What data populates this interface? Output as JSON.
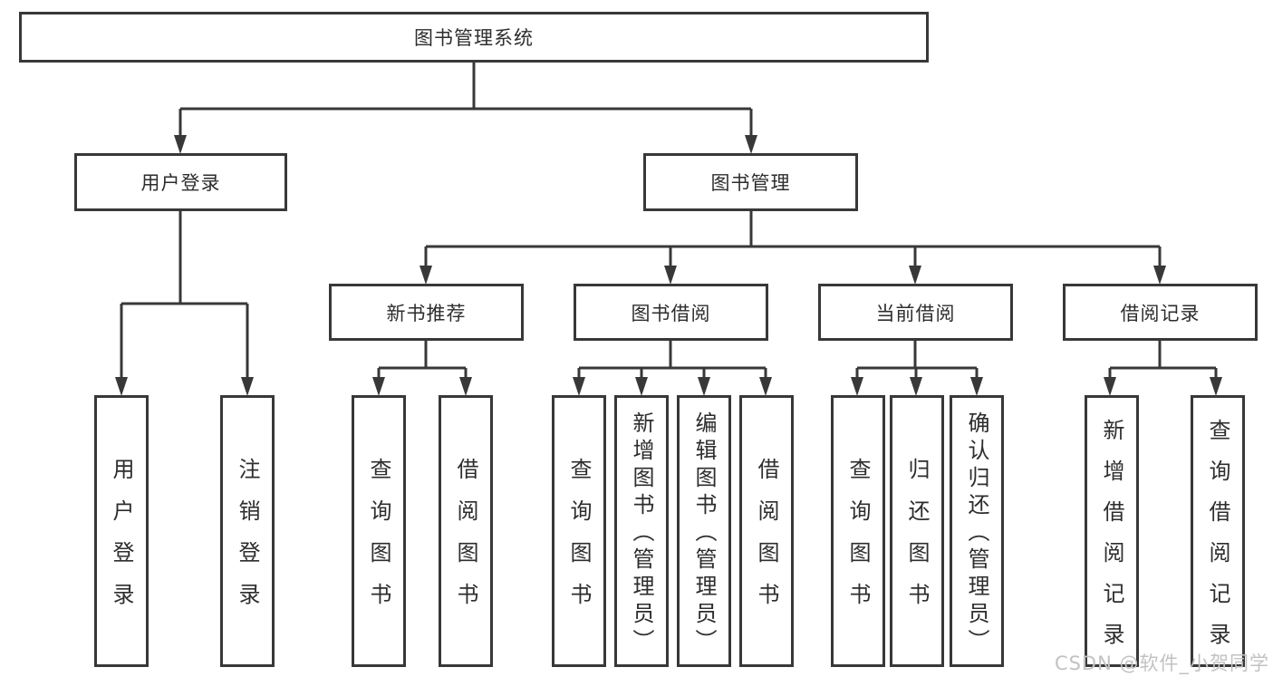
{
  "title": "图书管理系统",
  "hierarchy": {
    "root": "图书管理系统",
    "children": [
      {
        "label": "用户登录",
        "children": [
          "用户登录",
          "注销登录"
        ]
      },
      {
        "label": "图书管理",
        "children": [
          {
            "label": "新书推荐",
            "children": [
              "查询图书",
              "借阅图书"
            ]
          },
          {
            "label": "图书借阅",
            "children": [
              "查询图书",
              "新增图书（管理员）",
              "编辑图书（管理员）",
              "借阅图书"
            ]
          },
          {
            "label": "当前借阅",
            "children": [
              "查询图书",
              "归还图书",
              "确认归还（管理员）"
            ]
          },
          {
            "label": "借阅记录",
            "children": [
              "新增借阅记录",
              "查询借阅记录"
            ]
          }
        ]
      }
    ]
  },
  "watermark": "CSDN @软件_小贺同学",
  "colors": {
    "line": "#383838",
    "text": "#2d2d2d",
    "watermark": "#c2c2c2",
    "background": "#ffffff"
  }
}
